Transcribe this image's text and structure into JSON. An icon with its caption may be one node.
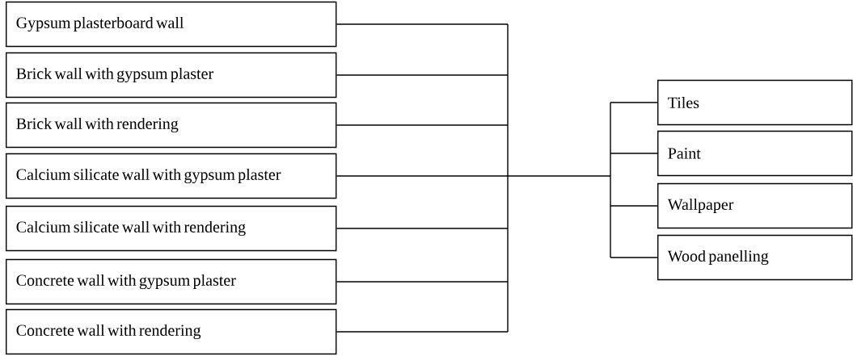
{
  "diagram": {
    "nodes": [
      {
        "text": [
          "Gypsum plasterboard wall"
        ]
      },
      {
        "text": [
          "Brick wall with gypsum plaster"
        ]
      },
      {
        "text": [
          "Brick wall with rendering"
        ]
      },
      {
        "text": [
          "Calcium silicate wall with gypsum plaster"
        ]
      },
      {
        "text": [
          "Calcium silicate wall with rendering"
        ]
      },
      {
        "text": [
          "Concrete wall with gypsum plaster"
        ]
      },
      {
        "text": [
          "Concrete wall with rendering"
        ]
      },
      {
        "text": [
          "Tiles"
        ]
      },
      {
        "text": [
          "Paint"
        ]
      },
      {
        "text": [
          "Wallpaper"
        ]
      },
      {
        "text": [
          "Wood panelling"
        ]
      }
    ],
    "edges": [
      {
        "from": 0,
        "to": 7,
        "arrow": "none"
      },
      {
        "from": 0,
        "to": 8,
        "arrow": "none"
      },
      {
        "from": 0,
        "to": 9,
        "arrow": "none"
      },
      {
        "from": 0,
        "to": 10,
        "arrow": "none"
      },
      {
        "from": 1,
        "to": 7,
        "arrow": "none"
      },
      {
        "from": 1,
        "to": 8,
        "arrow": "none"
      },
      {
        "from": 1,
        "to": 9,
        "arrow": "none"
      },
      {
        "from": 1,
        "to": 10,
        "arrow": "none"
      },
      {
        "from": 2,
        "to": 7,
        "arrow": "none"
      },
      {
        "from": 2,
        "to": 8,
        "arrow": "none"
      },
      {
        "from": 2,
        "to": 9,
        "arrow": "none"
      },
      {
        "from": 2,
        "to": 10,
        "arrow": "none"
      },
      {
        "from": 3,
        "to": 7,
        "arrow": "none"
      },
      {
        "from": 3,
        "to": 8,
        "arrow": "none"
      },
      {
        "from": 3,
        "to": 9,
        "arrow": "none"
      },
      {
        "from": 3,
        "to": 10,
        "arrow": "none"
      },
      {
        "from": 4,
        "to": 7,
        "arrow": "none"
      },
      {
        "from": 4,
        "to": 8,
        "arrow": "none"
      },
      {
        "from": 4,
        "to": 9,
        "arrow": "none"
      },
      {
        "from": 4,
        "to": 10,
        "arrow": "none"
      },
      {
        "from": 5,
        "to": 7,
        "arrow": "none"
      },
      {
        "from": 5,
        "to": 8,
        "arrow": "none"
      },
      {
        "from": 5,
        "to": 9,
        "arrow": "none"
      },
      {
        "from": 5,
        "to": 10,
        "arrow": "none"
      },
      {
        "from": 6,
        "to": 7,
        "arrow": "none"
      },
      {
        "from": 6,
        "to": 8,
        "arrow": "none"
      },
      {
        "from": 6,
        "to": 9,
        "arrow": "none"
      },
      {
        "from": 6,
        "to": 10,
        "arrow": "none"
      }
    ]
  }
}
